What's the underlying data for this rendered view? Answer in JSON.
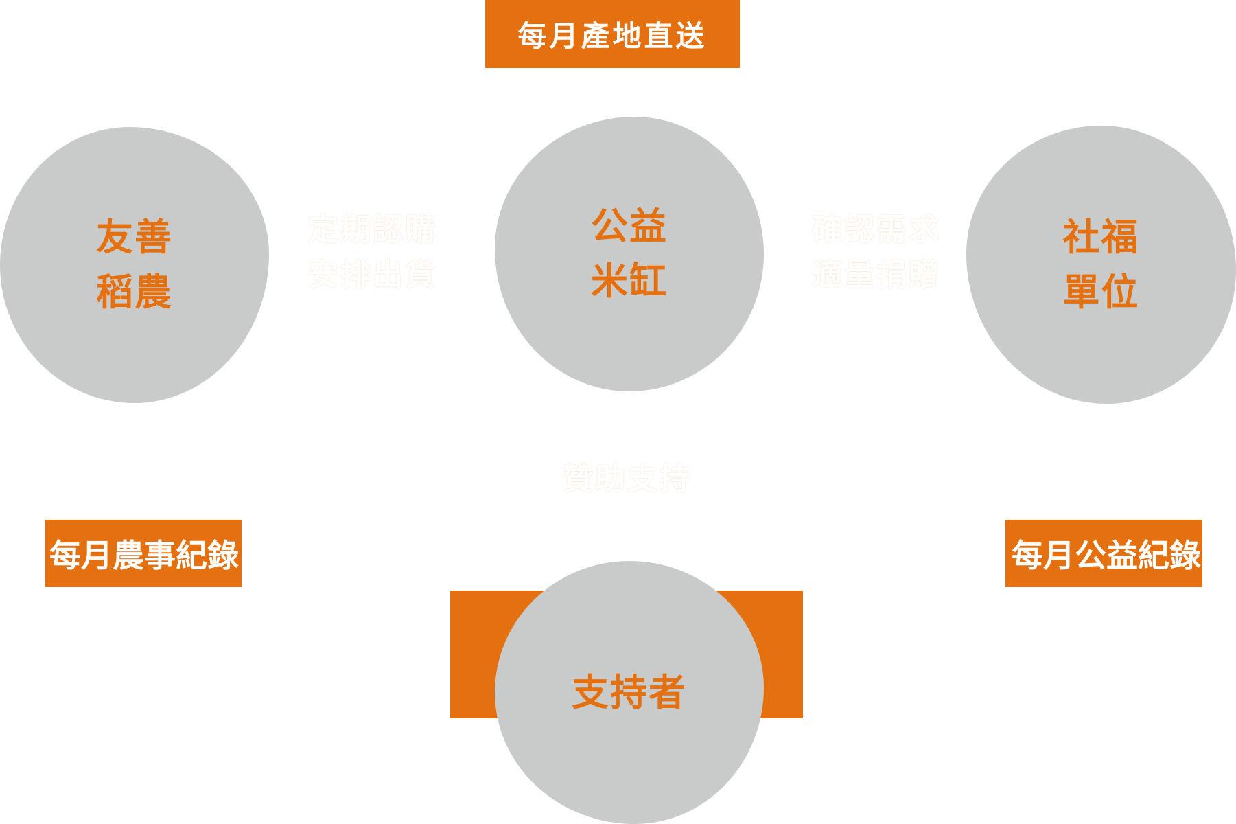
{
  "top_tag": "每月產地直送",
  "nodes": {
    "farmer": "友善\n稻農",
    "center": "公益\n米缸",
    "welfare": "社福\n單位",
    "supporter": "支持者"
  },
  "flows": {
    "left": "定期認購\n安排出貨",
    "right": "確認需求\n適量捐贈",
    "bottom": "贊助支持"
  },
  "tags": {
    "farm_record": "每月農事紀錄",
    "charity_record": "每月公益紀錄"
  },
  "colors": {
    "accent": "#e5700f",
    "node_fill": "#c9caca",
    "line": "#ffffff"
  }
}
